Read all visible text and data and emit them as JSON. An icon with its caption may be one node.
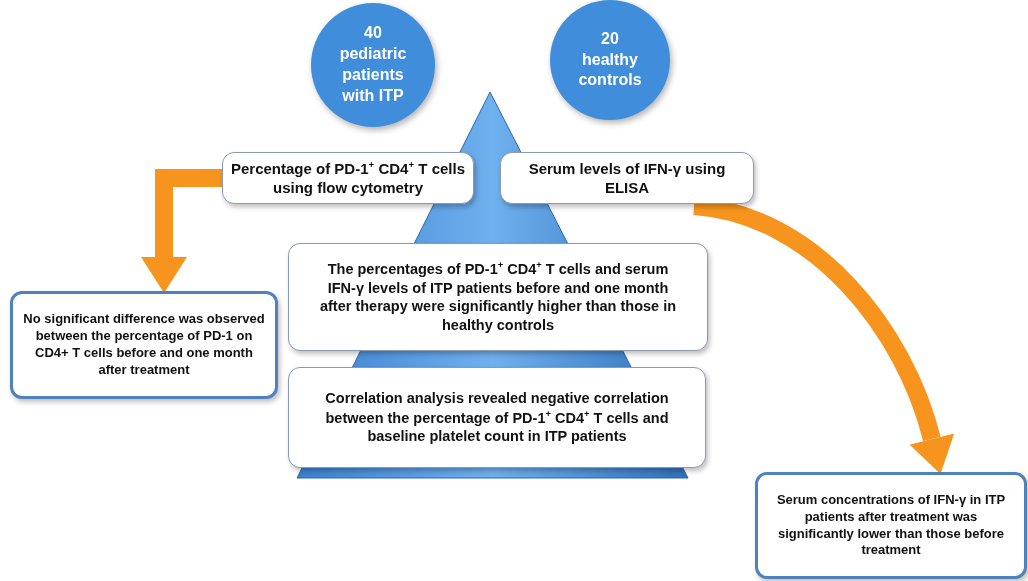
{
  "diagram": {
    "nodes": [
      {
        "text": [
          "40 pediatric patients with ITP"
        ]
      },
      {
        "text": [
          "20 healthy controls"
        ]
      },
      {
        "text": [
          "Percentage of PD-1$^{+}$ CD4$^{+}$ T cells using flow cytometry"
        ]
      },
      {
        "text": [
          "Serum levels of IFN-γ using ELISA"
        ]
      },
      {
        "text": [
          "The percentages of PD-1$^{+}$ CD4$^{+}$ T cells and serum  IFN-γ levels of ITP patients before and one month after therapy were significantly higher than those in healthy controls"
        ]
      },
      {
        "text": [
          "Correlation analysis revealed negative correlation between the percentage of PD-1$^{+}$ CD4$^{+}$ T cells and baseline platelet count in ITP patients"
        ]
      },
      {
        "text": [
          "No significant difference was observed between the percentage of PD-1 on CD4+ T cells before and one month after treatment"
        ]
      },
      {
        "text": [
          "Serum concentrations of IFN-γ in ITP patients after treatment was significantly lower than those before treatment"
        ]
      }
    ],
    "edges": [
      {
        "from": 2,
        "to": 6,
        "arrow": "to"
      },
      {
        "from": 3,
        "to": 7,
        "arrow": "to"
      }
    ]
  }
}
